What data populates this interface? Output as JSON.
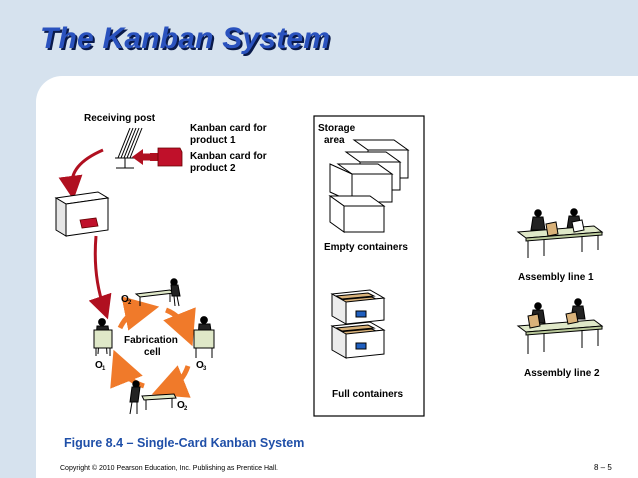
{
  "slide": {
    "title": "The Kanban System",
    "caption": "Figure 8.4 – Single-Card Kanban System",
    "copyright": "Copyright © 2010 Pearson Education, Inc. Publishing as Prentice Hall.",
    "page_number": "8 – 5"
  },
  "diagram": {
    "receiving_post": "Receiving post",
    "kanban_card_1_line1": "Kanban card for",
    "kanban_card_1_line2": "product 1",
    "kanban_card_2_line1": "Kanban card for",
    "kanban_card_2_line2": "product 2",
    "storage_line1": "Storage",
    "storage_line2": "area",
    "empty_containers": "Empty containers",
    "full_containers": "Full containers",
    "assembly_line_1": "Assembly line 1",
    "assembly_line_2": "Assembly line 2",
    "fabrication_line1": "Fabrication",
    "fabrication_line2": "cell",
    "op_o1_main": "O",
    "op_o1_sub": "1",
    "op_o2_top_main": "O",
    "op_o2_top_sub": "2",
    "op_o3_main": "O",
    "op_o3_sub": "3",
    "op_o2_bottom_main": "O",
    "op_o2_bottom_sub": "2"
  },
  "colors": {
    "title": "#2a52be",
    "caption": "#1f4fa8",
    "flow_arrow": "#b01020",
    "cycle_arrow": "#f07a2a",
    "card_red": "#c0102a",
    "conveyor": "#dfe8c8"
  }
}
